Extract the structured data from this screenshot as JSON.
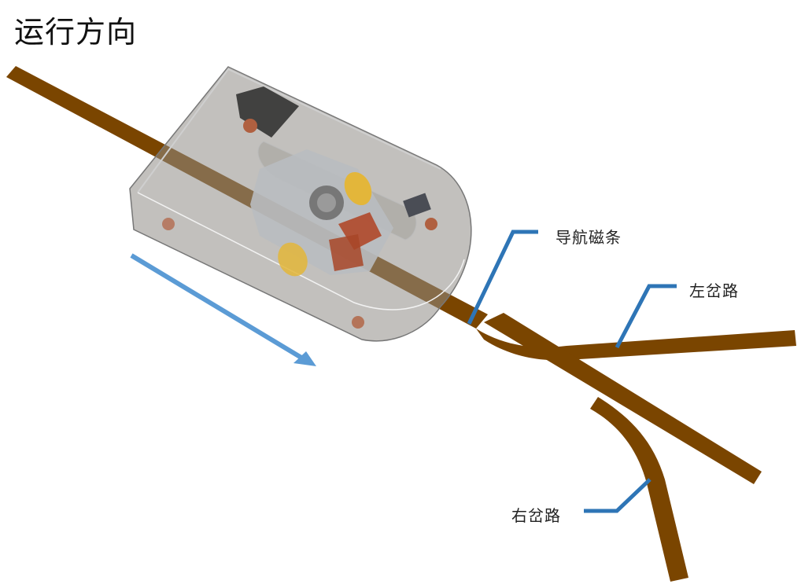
{
  "title": "运行方向",
  "labels": {
    "guide_strip": "导航磁条",
    "left_branch": "左岔路",
    "right_branch": "右岔路"
  },
  "colors": {
    "strip": "#7a4500",
    "callout": "#2e75b6",
    "arrow": "#5b9bd5",
    "vehicle_body": "#8f8c86"
  },
  "icons": {
    "direction_arrow": "arrow-down-right-icon",
    "vehicle": "agv-vehicle-icon"
  }
}
